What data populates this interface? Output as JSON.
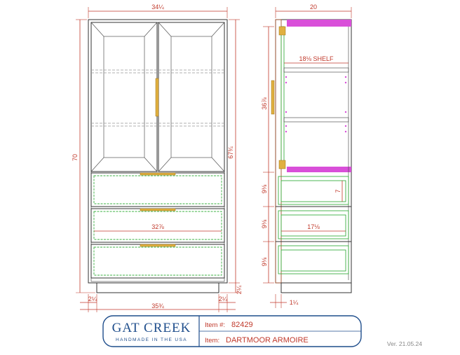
{
  "front_view": {
    "overall_width": "34¼",
    "overall_height": "70",
    "cabinet_height": "67¾",
    "drawer_width": "32⅞",
    "base_height": "2¼",
    "left_offset": "2¼",
    "base_width": "35¾",
    "right_offset": "2¼"
  },
  "side_view": {
    "depth": "20",
    "shelf_label": "18⅛ SHELF",
    "upper_height": "36⅞",
    "drawer_heights": [
      "9⅛",
      "9⅛",
      "9⅛"
    ],
    "drawer_inner_height": "7",
    "drawer_depth": "17⅛",
    "toe_offset": "1¼"
  },
  "title_block": {
    "brand": "GAT CREEK",
    "tagline": "HANDMADE IN THE USA",
    "item_no_label": "Item #:",
    "item_no": "82429",
    "item_label": "Item:",
    "item_name": "DARTMOOR ARMOIRE"
  },
  "version": "Ver. 21.05.24",
  "colors": {
    "dimension": "#c0392b",
    "drawer_outline": "#3cb043",
    "title_block": "#1f4e8c",
    "hinge": "#e0b040",
    "top_panel": "#d94fd9"
  }
}
